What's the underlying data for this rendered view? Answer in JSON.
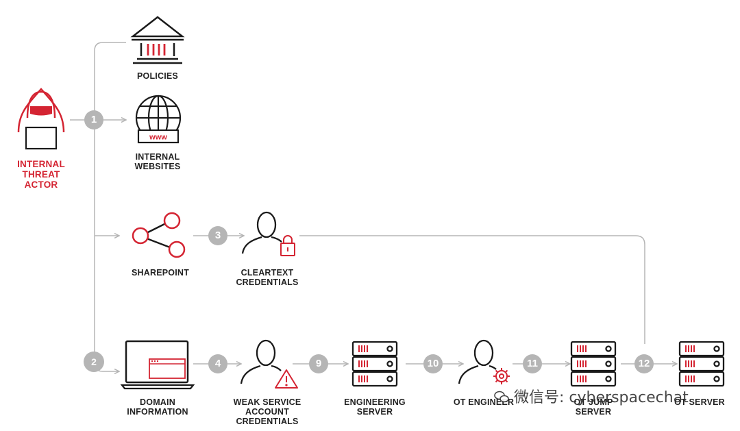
{
  "colors": {
    "accent": "#d42432",
    "connector": "#b5b5b5",
    "icon": "#1a1a1a"
  },
  "nodes": {
    "actor": {
      "label": "INTERNAL\nTHREAT\nACTOR",
      "icon": "hooded-hacker-icon"
    },
    "policies": {
      "label": "POLICIES",
      "icon": "bank-building-icon"
    },
    "websites": {
      "label": "INTERNAL\nWEBSITES",
      "icon": "globe-www-icon"
    },
    "sharepoint": {
      "label": "SHAREPOINT",
      "icon": "share-icon"
    },
    "cleartext": {
      "label": "CLEARTEXT\nCREDENTIALS",
      "icon": "user-lock-icon"
    },
    "domain": {
      "label": "DOMAIN\nINFORMATION",
      "icon": "laptop-icon"
    },
    "weak_service": {
      "label": "WEAK SERVICE\nACCOUNT\nCREDENTIALS",
      "icon": "user-warning-icon"
    },
    "engineering": {
      "label": "ENGINEERING\nSERVER",
      "icon": "server-icon"
    },
    "ot_engineer": {
      "label": "OT ENGINEER",
      "icon": "user-gear-icon"
    },
    "ot_jump": {
      "label": "OT JUMP\nSERVER",
      "icon": "server-icon"
    },
    "ot_server": {
      "label": "OT SERVER",
      "icon": "server-icon"
    }
  },
  "badges": [
    "1",
    "2",
    "3",
    "4",
    "9",
    "10",
    "11",
    "12"
  ],
  "watermark": "微信号: cyberspacechat"
}
